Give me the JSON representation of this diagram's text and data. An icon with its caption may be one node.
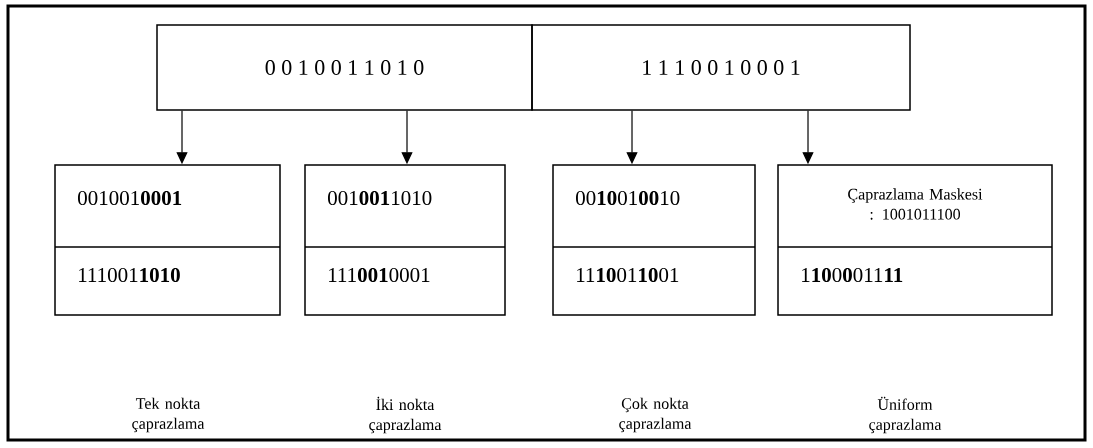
{
  "diagram": {
    "nodes": [
      {
        "text": [
          "0 0 1 0 0 1 1 0 1 0"
        ]
      },
      {
        "text": [
          "1 1 1 0 0 1 0 0 0 1"
        ]
      },
      {
        "text": [
          "001001**0001**",
          "111001**1010**"
        ]
      },
      {
        "text": [
          "001**001**1010",
          "111**001**0001"
        ]
      },
      {
        "text": [
          "00**10**01**00**10",
          "11**10**01**10**01"
        ]
      },
      {
        "text": [
          "Çaprazlama Maskesi : 1001011100",
          "1**10**0**0**011**11**"
        ]
      }
    ],
    "labels": [
      "Tek nokta çaprazlama",
      "İki nokta çaprazlama",
      "Çok nokta çaprazlama",
      "Üniform çaprazlama"
    ],
    "edges": [
      {
        "from": 0,
        "to": 2,
        "arrow": "to"
      },
      {
        "from": 0,
        "to": 3,
        "arrow": "to"
      },
      {
        "from": 1,
        "to": 4,
        "arrow": "to"
      },
      {
        "from": 1,
        "to": 5,
        "arrow": "to"
      }
    ]
  }
}
